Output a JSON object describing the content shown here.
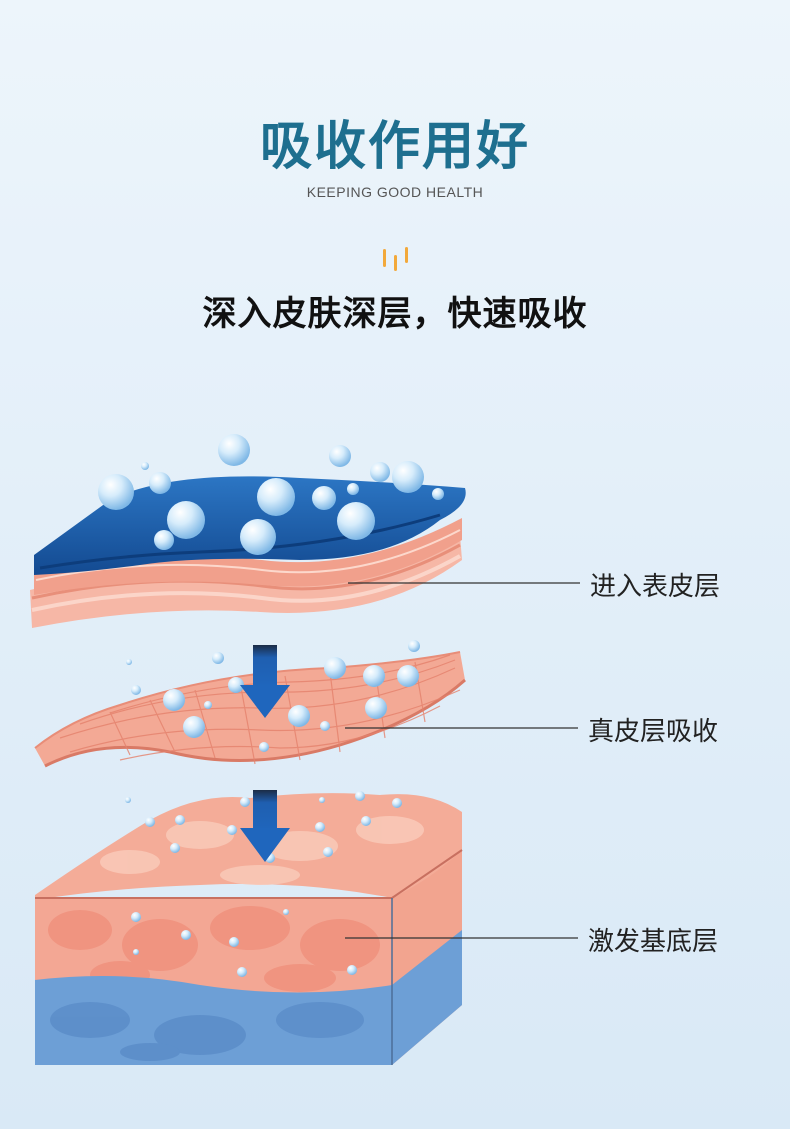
{
  "header": {
    "title": "吸收作用好",
    "subtitle": "KEEPING  GOOD HEALTH",
    "headline": "深入皮肤深层，快速吸收"
  },
  "layers": [
    {
      "label": "进入表皮层"
    },
    {
      "label": "真皮层吸收"
    },
    {
      "label": "激发基底层"
    }
  ],
  "colors": {
    "title": "#1e6f8f",
    "accent_orange": "#f2a93b",
    "gel_blue": "#1f5fb0",
    "skin_pink": "#f2a592",
    "arrow_blue": "#1f5fb0",
    "base_blue": "#6b9fd6"
  }
}
